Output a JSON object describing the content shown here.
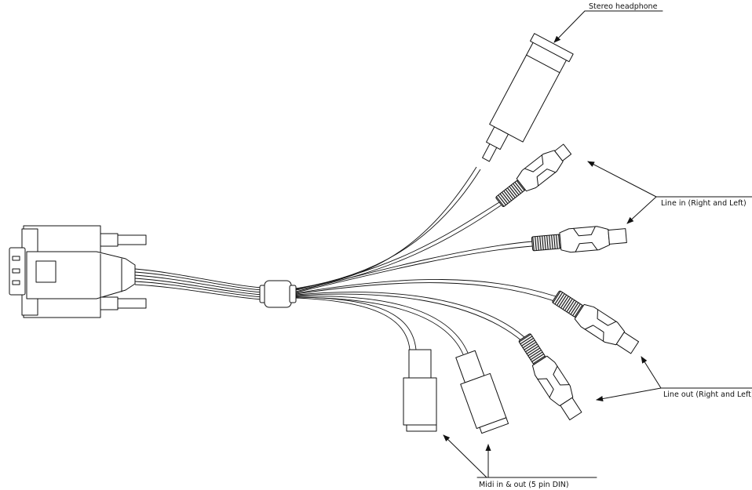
{
  "labels": {
    "stereo_headphone": "Stereo headphone",
    "line_in": "Line in (Right and Left)",
    "line_out": "Line out (Right and Left)",
    "midi": "Midi in & out (5 pin DIN)"
  }
}
